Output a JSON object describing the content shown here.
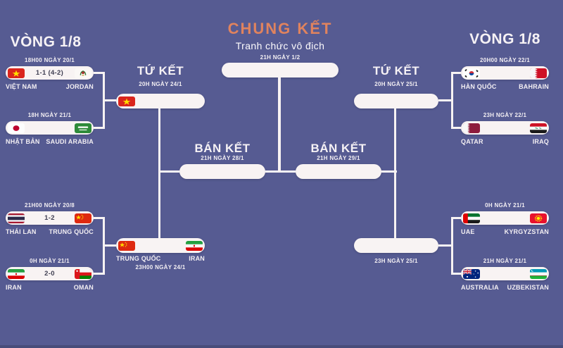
{
  "colors": {
    "background": "#565b92",
    "pill": "#f8f3f3",
    "line": "#f8f3f3",
    "heading": "#f6f2f5",
    "final_title": "#e0835e",
    "score_text": "#3f3f52",
    "footer_strip": "#484c7a"
  },
  "final": {
    "title": "CHUNG KẾT",
    "subtitle": "Tranh chức vô địch",
    "date": "21H NGÀY 1/2"
  },
  "semifinals": {
    "left": {
      "title": "BÁN KẾT",
      "date": "21H NGÀY 28/1"
    },
    "right": {
      "title": "BÁN KẾT",
      "date": "21H NGÀY 29/1"
    }
  },
  "quarterfinals": {
    "left_top": {
      "title": "TỨ KẾT",
      "date": "20H NGÀY 24/1",
      "home": {
        "flag": "vietnam"
      }
    },
    "left_bottom": {
      "date": "23H00 NGÀY 24/1",
      "home": {
        "name": "TRUNG QUỐC",
        "flag": "china"
      },
      "away": {
        "name": "IRAN",
        "flag": "iran"
      }
    },
    "right_top": {
      "title": "TỨ KẾT",
      "date": "20H NGÀY 25/1"
    },
    "right_bottom": {
      "date": "23H NGÀY 25/1"
    }
  },
  "round16": {
    "left_title": "VÒNG 1/8",
    "right_title": "VÒNG 1/8",
    "left": [
      {
        "date": "18H00 NGÀY 20/1",
        "score": "1-1 (4-2)",
        "home": {
          "name": "VIỆT NAM",
          "flag": "vietnam"
        },
        "away": {
          "name": "JORDAN",
          "flag": "jordan"
        }
      },
      {
        "date": "18H NGÀY 21/1",
        "score": "",
        "home": {
          "name": "NHẬT BẢN",
          "flag": "japan"
        },
        "away": {
          "name": "SAUDI ARABIA",
          "flag": "saudi_arabia"
        }
      },
      {
        "date": "21H00 NGÀY 20/8",
        "score": "1-2",
        "home": {
          "name": "THÁI LAN",
          "flag": "thailand"
        },
        "away": {
          "name": "TRUNG QUỐC",
          "flag": "china"
        }
      },
      {
        "date": "0H NGÀY 21/1",
        "score": "2-0",
        "home": {
          "name": "IRAN",
          "flag": "iran"
        },
        "away": {
          "name": "OMAN",
          "flag": "oman"
        }
      }
    ],
    "right": [
      {
        "date": "20H00 NGÀY 22/1",
        "score": "",
        "home": {
          "name": "HÀN QUỐC",
          "flag": "south_korea"
        },
        "away": {
          "name": "BAHRAIN",
          "flag": "bahrain"
        }
      },
      {
        "date": "23H NGÀY 22/1",
        "score": "",
        "home": {
          "name": "QATAR",
          "flag": "qatar"
        },
        "away": {
          "name": "IRAQ",
          "flag": "iraq"
        }
      },
      {
        "date": "0H NGÀY 21/1",
        "score": "",
        "home": {
          "name": "UAE",
          "flag": "uae"
        },
        "away": {
          "name": "KYRGYZSTAN",
          "flag": "kyrgyzstan"
        }
      },
      {
        "date": "21H NGÀY 21/1",
        "score": "",
        "home": {
          "name": "AUSTRALIA",
          "flag": "australia"
        },
        "away": {
          "name": "UZBEKISTAN",
          "flag": "uzbekistan"
        }
      }
    ]
  }
}
